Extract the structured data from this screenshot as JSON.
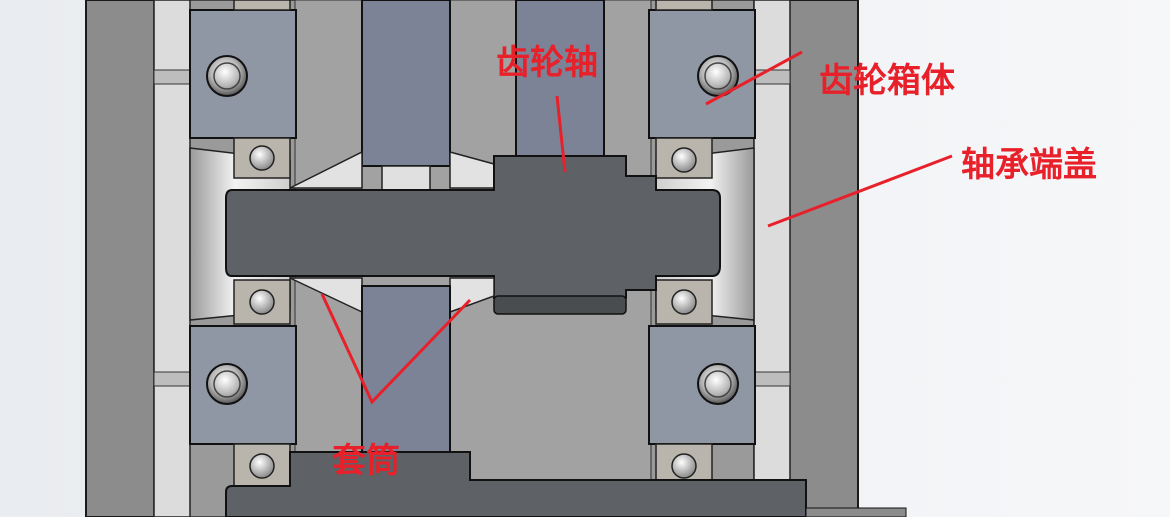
{
  "labels": {
    "gear_shaft": "齿轮轴",
    "gearbox_housing": "齿轮箱体",
    "bearing_end_cover": "轴承端盖",
    "sleeve": "套筒"
  },
  "colors": {
    "annotation": "#e8202a",
    "background": "#eceef2",
    "housing": "#8c8c8c",
    "shaft": "#5e6266",
    "bearing_ring": "#8f96a4",
    "sleeve": "#7c8396",
    "end_cover": "#d8d8d8"
  }
}
